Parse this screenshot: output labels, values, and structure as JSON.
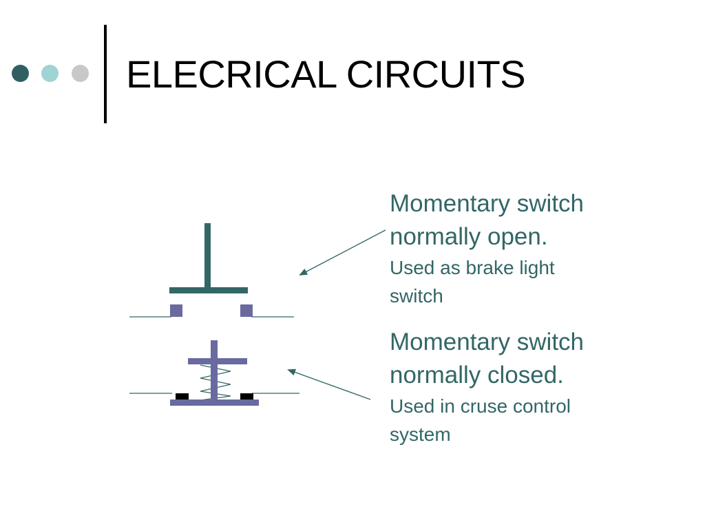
{
  "slide": {
    "title": "ELECRICAL CIRCUITS"
  },
  "theme": {
    "dot_colors": [
      "#2f5f63",
      "#9fd3d4",
      "#c8c8c8"
    ],
    "rule_color": "#000000",
    "text_color": "#336666",
    "contact_color": "#6a6aa0",
    "plunger_open_color": "#336666",
    "plunger_closed_color": "#6a6aa0",
    "wire_color": "#336666",
    "arrow_color": "#336666"
  },
  "captions": [
    {
      "heading": "Momentary switch\nnormally open.",
      "detail": "Used as brake light\nswitch"
    },
    {
      "heading": "Momentary switch\nnormally closed.",
      "detail": "Used in cruse control\nsystem"
    }
  ]
}
